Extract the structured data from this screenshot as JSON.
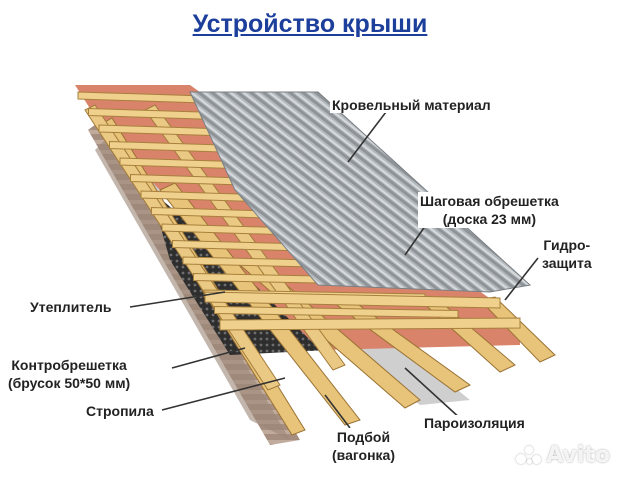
{
  "title": "Устройство крыши",
  "labels": {
    "roofing_material": "Кровельный материал",
    "step_batten_line1": "Шаговая обрешетка",
    "step_batten_line2": "(доска 23 мм)",
    "waterproofing_line1": "Гидро-",
    "waterproofing_line2": "защита",
    "insulation": "Утеплитель",
    "counter_batten_line1": "Контробрешетка",
    "counter_batten_line2": "(брусок 50*50 мм)",
    "rafters": "Стропила",
    "vapor_barrier": "Пароизоляция",
    "soffit_line1": "Подбой",
    "soffit_line2": "(вагонка)"
  },
  "watermark": "Avito",
  "colors": {
    "title": "#1c3f9c",
    "wood": "#e8c47a",
    "wood_dark": "#b88a3a",
    "membrane_red": "#d9826a",
    "metal": "#a9aeb3",
    "insulation": "#3a3a3a",
    "lining": "#b7aaa0",
    "vapor": "#c6c6c6"
  }
}
